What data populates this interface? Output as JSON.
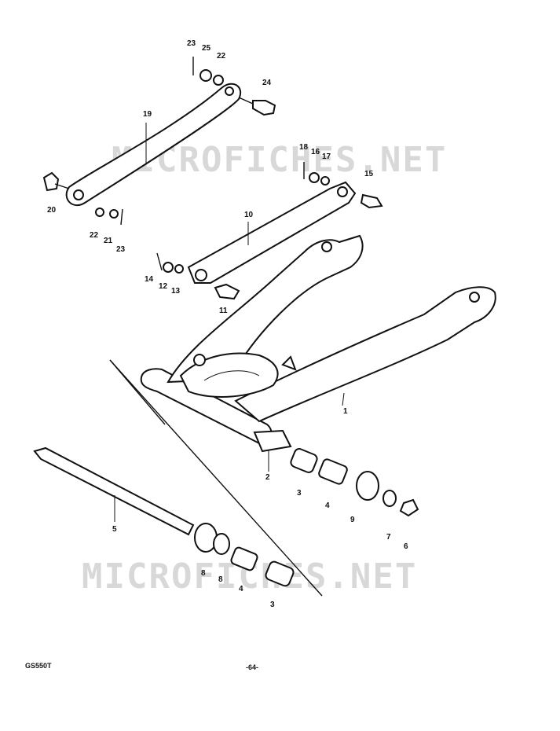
{
  "watermarks": [
    "MICROFICHES.NET",
    "MICROFICHES.NET"
  ],
  "labels": {
    "l1": "1",
    "l2": "2",
    "l3a": "3",
    "l3b": "3",
    "l4a": "4",
    "l4b": "4",
    "l5": "5",
    "l6": "6",
    "l7": "7",
    "l8a": "8",
    "l8b": "8",
    "l9": "9",
    "l10": "10",
    "l11": "11",
    "l12": "12",
    "l13": "13",
    "l14": "14",
    "l15": "15",
    "l16": "16",
    "l17": "17",
    "l18": "18",
    "l19": "19",
    "l20": "20",
    "l21": "21",
    "l22a": "22",
    "l22b": "22",
    "l23a": "23",
    "l23b": "23",
    "l24": "24",
    "l25": "25"
  },
  "footer": {
    "model": "GS550T",
    "page": "-64-"
  }
}
